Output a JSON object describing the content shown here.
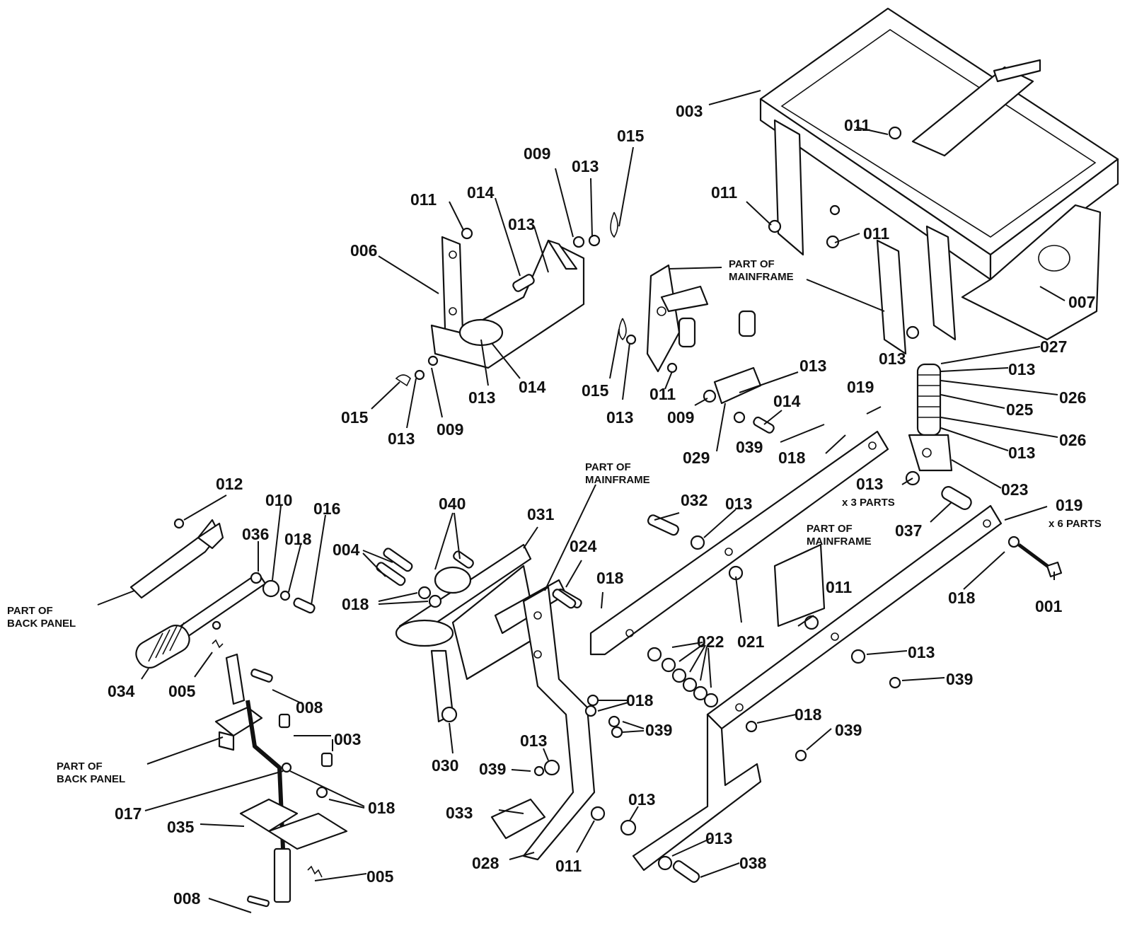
{
  "labels": {
    "l001": "001",
    "l003a": "003",
    "l003b": "003",
    "l004": "004",
    "l005a": "005",
    "l005b": "005",
    "l006": "006",
    "l007": "007",
    "l008a": "008",
    "l008b": "008",
    "l009a": "009",
    "l009b": "009",
    "l009c": "009",
    "l010": "010",
    "l011a": "011",
    "l011b": "011",
    "l011c": "011",
    "l011d": "011",
    "l011e": "011",
    "l011f": "011",
    "l011g": "011",
    "l012": "012",
    "l013a": "013",
    "l013b": "013",
    "l013c": "013",
    "l013d": "013",
    "l013e": "013",
    "l013f": "013",
    "l013g": "013",
    "l013h": "013",
    "l013i": "013",
    "l013j": "013",
    "l013k": "013",
    "l013l": "013",
    "l013m": "013",
    "l013n": "013",
    "l013o": "013",
    "l014a": "014",
    "l014b": "014",
    "l014c": "014",
    "l015a": "015",
    "l015b": "015",
    "l015c": "015",
    "l016": "016",
    "l017": "017",
    "l018a": "018",
    "l018b": "018",
    "l018c": "018",
    "l018d": "018",
    "l018e": "018",
    "l018f": "018",
    "l018g": "018",
    "l018h": "018",
    "l019a": "019",
    "l019b": "019",
    "l021": "021",
    "l022": "022",
    "l023": "023",
    "l024": "024",
    "l025": "025",
    "l026a": "026",
    "l026b": "026",
    "l027": "027",
    "l028": "028",
    "l029": "029",
    "l030": "030",
    "l031": "031",
    "l032": "032",
    "l033": "033",
    "l034": "034",
    "l035": "035",
    "l036": "036",
    "l037": "037",
    "l038": "038",
    "l039a": "039",
    "l039b": "039",
    "l039c": "039",
    "l039d": "039",
    "l039e": "039",
    "l040": "040"
  },
  "notes": {
    "x3_parts": "x 3 PARTS",
    "x6_parts": "x 6 PARTS",
    "mainframe_a1": "PART OF",
    "mainframe_a2": "MAINFRAME",
    "mainframe_b1": "PART OF",
    "mainframe_b2": "MAINFRAME",
    "mainframe_c1": "PART OF",
    "mainframe_c2": "MAINFRAME",
    "backpanel_a1": "PART OF",
    "backpanel_a2": "BACK PANEL",
    "backpanel_b1": "PART OF",
    "backpanel_b2": "BACK PANEL"
  }
}
